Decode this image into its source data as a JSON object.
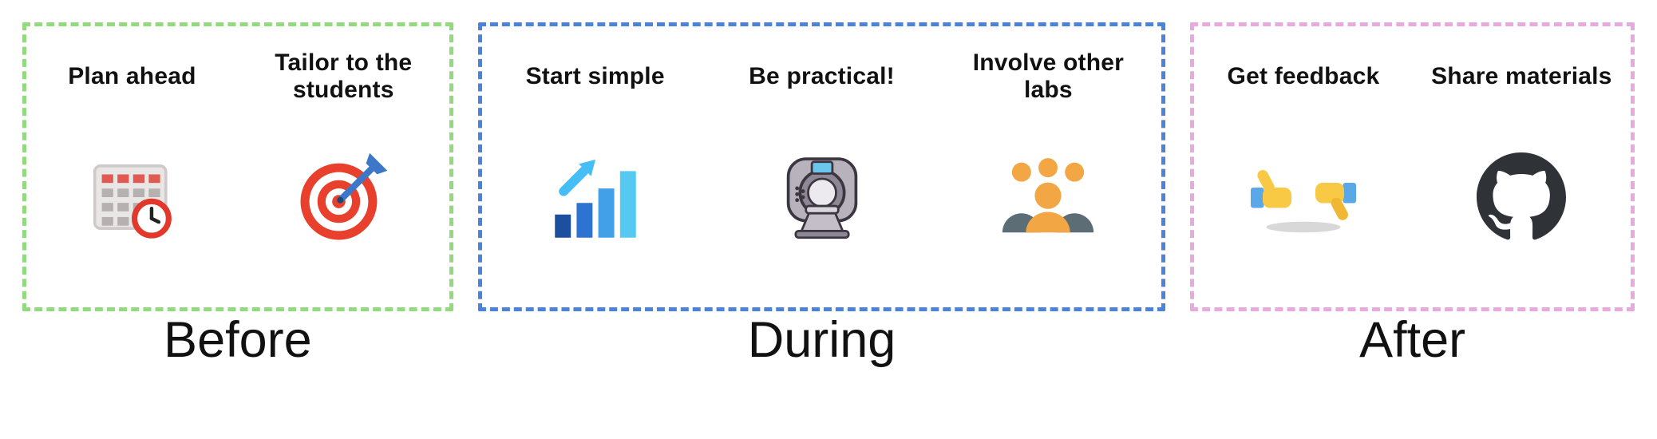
{
  "sections": [
    {
      "label": "Before",
      "border_color": "#93d97f",
      "items": [
        {
          "title": "Plan ahead",
          "icon": "calendar-clock-icon"
        },
        {
          "title": "Tailor to the students",
          "icon": "target-dart-icon"
        }
      ]
    },
    {
      "label": "During",
      "border_color": "#4c83d9",
      "items": [
        {
          "title": "Start simple",
          "icon": "growth-bar-chart-icon"
        },
        {
          "title": "Be practical!",
          "icon": "mri-scanner-icon"
        },
        {
          "title": "Involve other labs",
          "icon": "people-group-icon"
        }
      ]
    },
    {
      "label": "After",
      "border_color": "#e7aade",
      "items": [
        {
          "title": "Get feedback",
          "icon": "thumbs-up-down-icon"
        },
        {
          "title": "Share materials",
          "icon": "github-icon"
        }
      ]
    }
  ],
  "colors": {
    "before_border": "#93d97f",
    "during_border": "#4c83d9",
    "after_border": "#e7aade",
    "accent_orange": "#f2a744",
    "accent_red": "#e8402c",
    "accent_blue": "#3d78c8",
    "accent_yellow": "#f8c944",
    "accent_gray": "#5d6d75",
    "github_dark": "#2f3337"
  }
}
